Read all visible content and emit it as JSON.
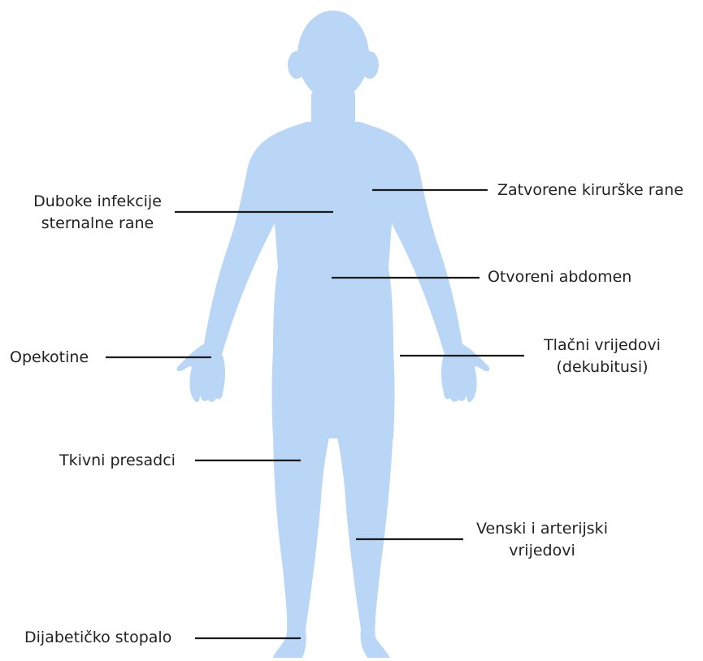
{
  "colors": {
    "body": "#b9d6f7",
    "text": "#222222",
    "line": "#1a1a1a"
  },
  "labels": {
    "deep_sternal": [
      "Duboke infekcije",
      "sternalne rane"
    ],
    "closed_surgical": "Zatvorene kirurške rane",
    "open_abdomen": "Otvoreni abdomen",
    "burns": "Opekotine",
    "pressure_ulcers": [
      "Tlačni vrijedovi",
      "(dekubitusi)"
    ],
    "tissue_grafts": "Tkivni presadci",
    "venous_arterial": [
      "Venski i arterijski",
      "vrijedovi"
    ],
    "diabetic_foot": "Dijabetičko stopalo"
  }
}
